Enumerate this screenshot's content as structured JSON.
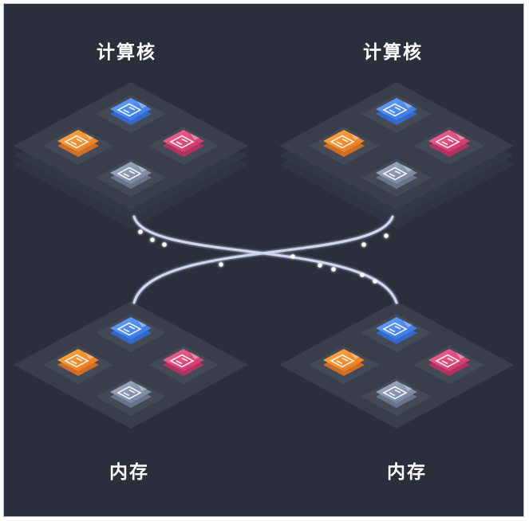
{
  "diagram": {
    "compute_label": "计算核",
    "memory_label": "内存",
    "colors": {
      "background": "#2b2f3c",
      "plate_top": "#3a3e4b",
      "plate_side": "#343845",
      "cell": "#464a58",
      "link": "#cfd8f2",
      "chip_blue": "#3f86f2",
      "chip_orange": "#f08a24",
      "chip_pink": "#e0457a",
      "chip_gray": "#7f8ea8"
    },
    "nodes": [
      {
        "role": "compute",
        "label": "计算核"
      },
      {
        "role": "compute",
        "label": "计算核"
      },
      {
        "role": "memory",
        "label": "内存"
      },
      {
        "role": "memory",
        "label": "内存"
      }
    ],
    "chips": [
      "blue-chip-icon",
      "orange-chip-icon",
      "pink-chip-icon",
      "gray-chip-icon"
    ]
  }
}
